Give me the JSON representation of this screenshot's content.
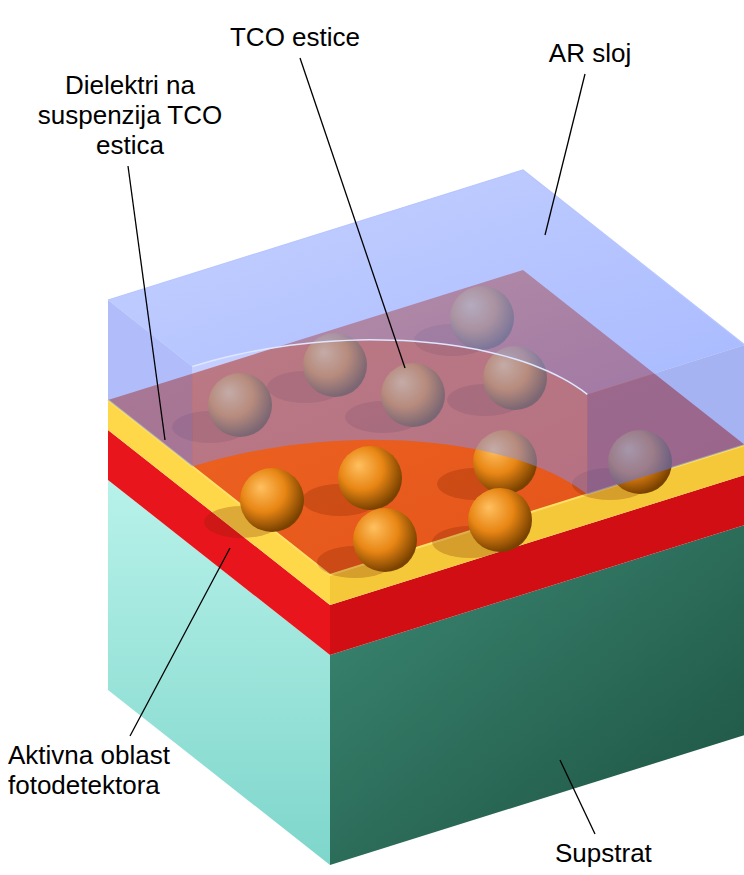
{
  "diagram": {
    "labels": [
      "TCO estice",
      "Dielektri na suspenzija TCO estica",
      "AR sloj",
      "Aktivna oblast fotodetektora",
      "Supstrat"
    ]
  }
}
